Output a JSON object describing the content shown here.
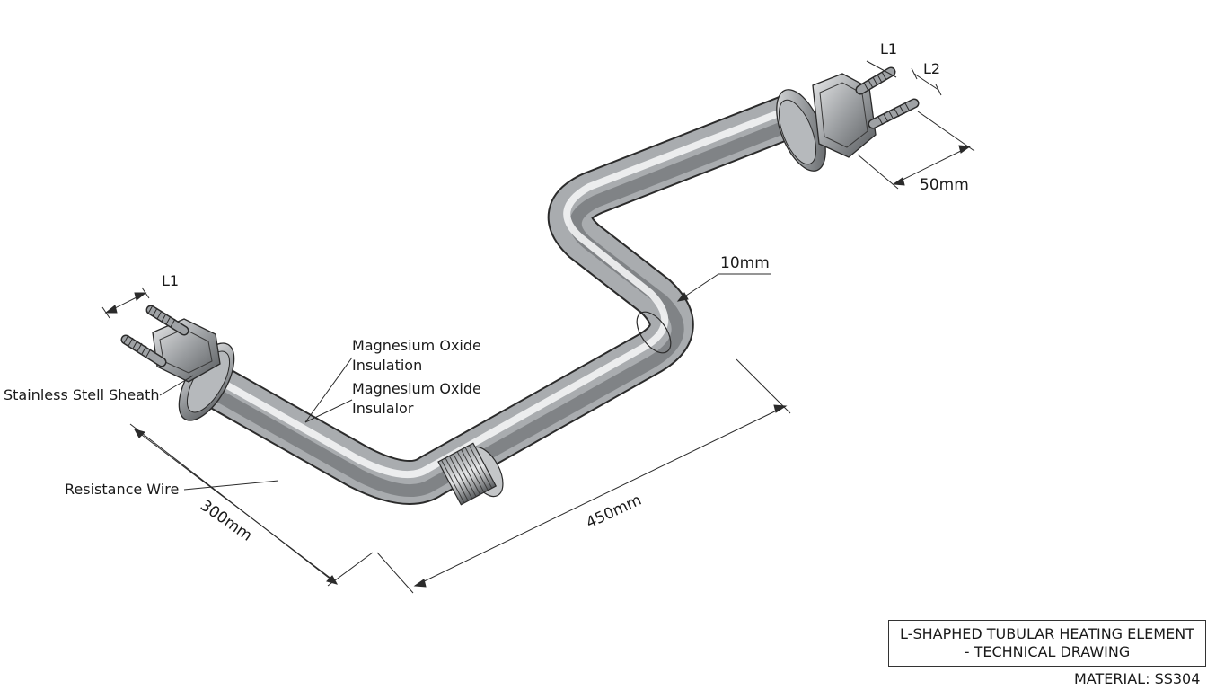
{
  "labels": {
    "l1_left": "L1",
    "l1_right": "L1",
    "l2_right": "L2",
    "sheath": "Stainless Stell Sheath",
    "insulation": "Magnesium Oxide\nInsulation",
    "insulator": "Magnesium Oxide\nInsulalor",
    "resistance_wire": "Resistance Wire"
  },
  "dimensions": {
    "leg_left": "300mm",
    "leg_long": "450mm",
    "tube_diameter": "10mm",
    "terminal_length": "50mm"
  },
  "title_block": {
    "line1": "L-SHAPHED TUBULAR HEATING ELEMENT",
    "line2": "- TECHNICAL DRAWING",
    "material": "MATERIAL: SS304"
  },
  "colors": {
    "steel_dark": "#6f7275",
    "steel_mid": "#b9bcbf",
    "steel_light": "#f1f2f3",
    "outline": "#2b2b2b"
  }
}
